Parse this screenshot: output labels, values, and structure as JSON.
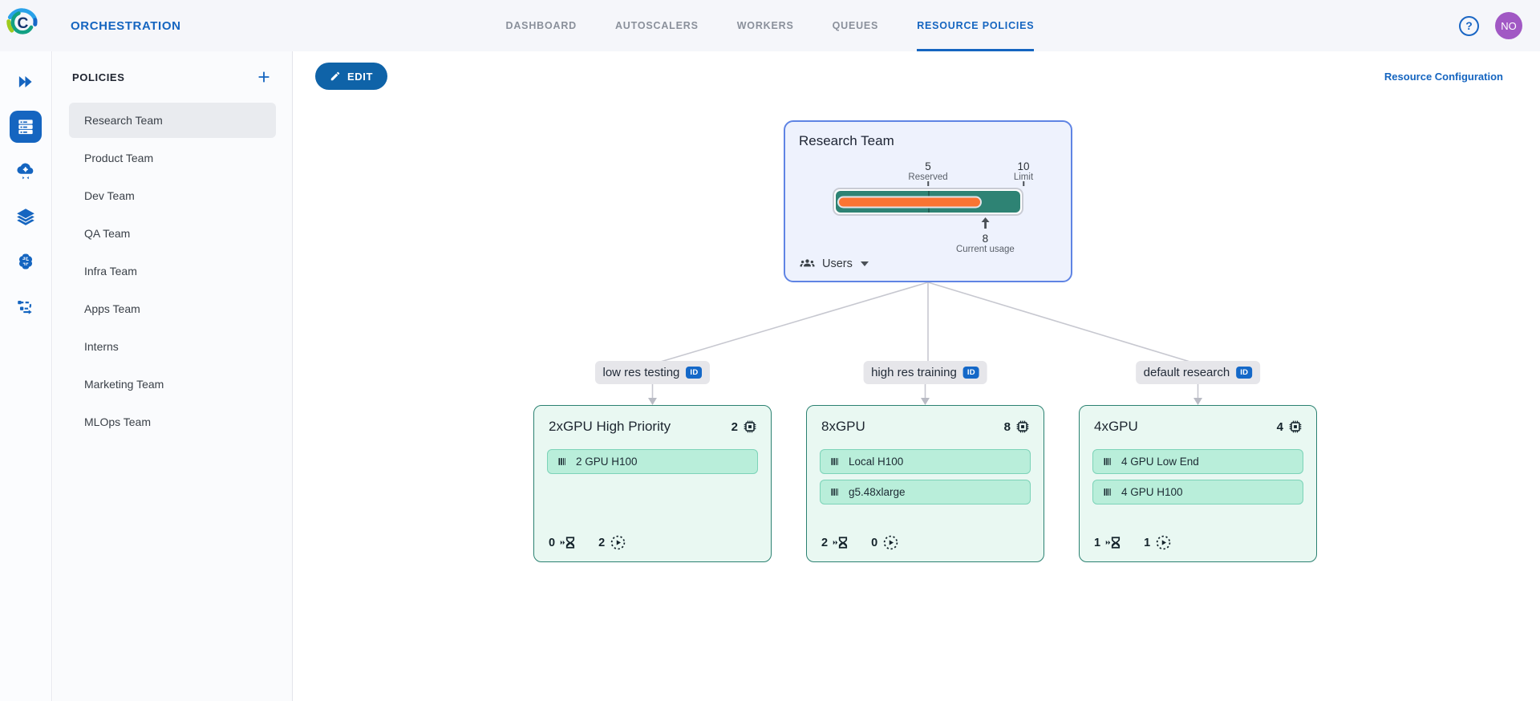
{
  "colors": {
    "accent": "#1565c0",
    "teal": "#2e8374",
    "orange": "#fa7433",
    "mint_bg": "#e9f8f2",
    "mint_border": "#2b8171",
    "blue_card_bg": "#eef2fd",
    "blue_card_border": "#5f84e4",
    "edit_button": "#0f63a8",
    "id_badge": "#1468c8",
    "avatar": "#a158c4"
  },
  "topbar": {
    "title": "ORCHESTRATION",
    "tabs": [
      {
        "label": "DASHBOARD"
      },
      {
        "label": "AUTOSCALERS"
      },
      {
        "label": "WORKERS"
      },
      {
        "label": "QUEUES"
      },
      {
        "label": "RESOURCE POLICIES"
      }
    ],
    "help_label": "?",
    "avatar_initials": "NO"
  },
  "sidebar": {
    "header": "POLICIES",
    "items": [
      "Research Team",
      "Product Team",
      "Dev Team",
      "QA Team",
      "Infra Team",
      "Apps Team",
      "Interns",
      "Marketing Team",
      "MLOps Team"
    ]
  },
  "main": {
    "edit_label": "EDIT",
    "config_link": "Resource Configuration",
    "tree": {
      "root": {
        "title": "Research Team",
        "reserved": {
          "value": "5",
          "label": "Reserved"
        },
        "limit": {
          "value": "10",
          "label": "Limit"
        },
        "usage": {
          "value": "8",
          "label": "Current usage"
        },
        "users_label": "Users"
      },
      "branches": [
        {
          "edge_label": "low res testing",
          "badge": "ID",
          "card": {
            "title": "2xGPU High Priority",
            "gpu_count": "2",
            "templates": [
              "2 GPU H100"
            ],
            "pending": "0",
            "running": "2"
          }
        },
        {
          "edge_label": "high res training",
          "badge": "ID",
          "card": {
            "title": "8xGPU",
            "gpu_count": "8",
            "templates": [
              "Local H100",
              "g5.48xlarge"
            ],
            "pending": "2",
            "running": "0"
          }
        },
        {
          "edge_label": "default research",
          "badge": "ID",
          "card": {
            "title": "4xGPU",
            "gpu_count": "4",
            "templates": [
              "4 GPU Low End",
              "4 GPU H100"
            ],
            "pending": "1",
            "running": "1"
          }
        }
      ]
    }
  }
}
